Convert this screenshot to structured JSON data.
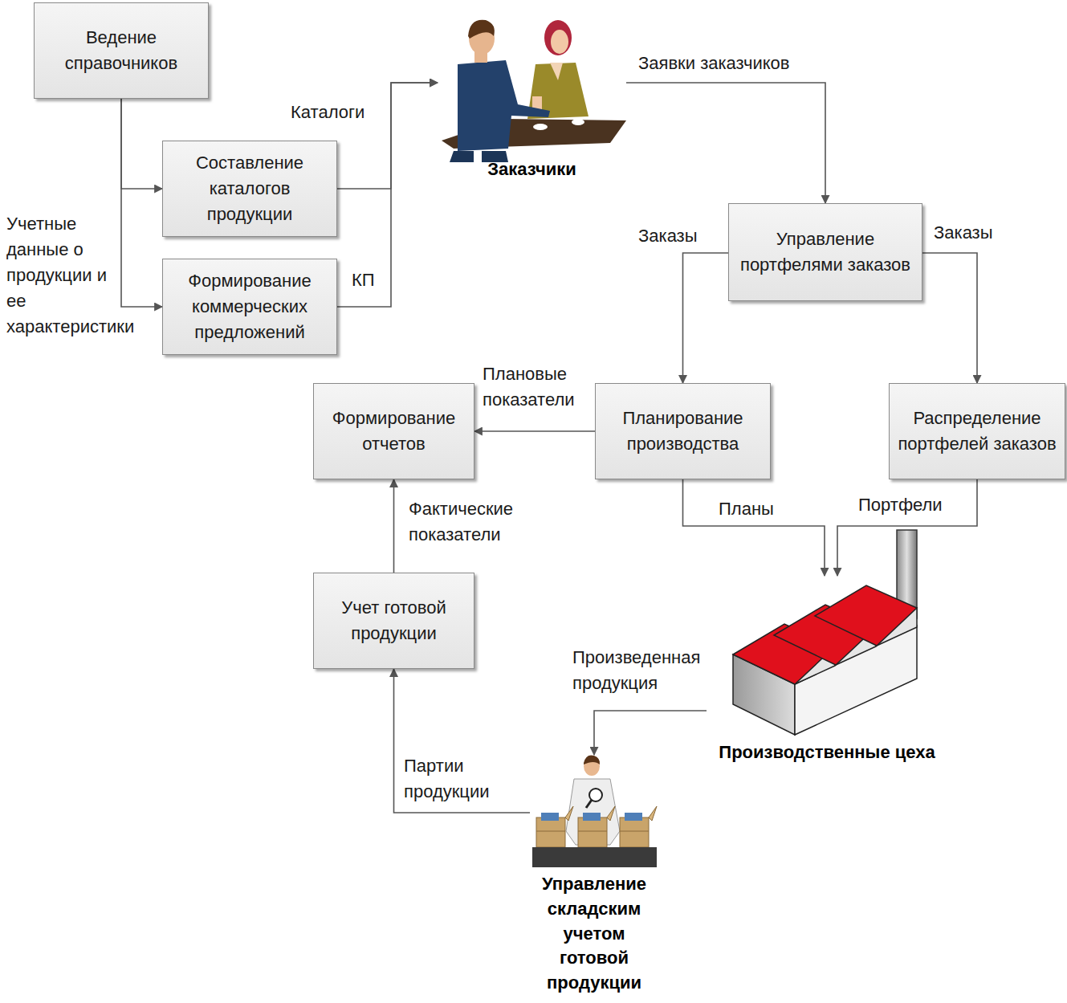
{
  "diagram": {
    "nodes": [
      {
        "text": [
          "Ведение справочников"
        ]
      },
      {
        "text": [
          "Заказчики"
        ]
      },
      {
        "text": [
          "Составление каталогов продукции"
        ]
      },
      {
        "text": [
          "Формирование коммерческих предложений"
        ]
      },
      {
        "text": [
          "Управление портфелями заказов"
        ]
      },
      {
        "text": [
          "Формирование отчетов"
        ]
      },
      {
        "text": [
          "Планирование производства"
        ]
      },
      {
        "text": [
          "Распределение портфелей заказов"
        ]
      },
      {
        "text": [
          "Учет готовой продукции"
        ]
      },
      {
        "text": [
          "Производственные цеха"
        ]
      },
      {
        "text": [
          "Управление складским учетом готовой продукции"
        ]
      }
    ],
    "edges": [
      {
        "from": 0,
        "to": 2,
        "arrow": "to"
      },
      {
        "from": 0,
        "to": 3,
        "label": "Учетные данные о продукции и ее характеристики",
        "arrow": "to"
      },
      {
        "from": 2,
        "to": 1,
        "label": "Каталоги",
        "arrow": "to"
      },
      {
        "from": 3,
        "to": 1,
        "label": "КП",
        "arrow": "to"
      },
      {
        "from": 1,
        "to": 4,
        "label": "Заявки заказчиков",
        "arrow": "to"
      },
      {
        "from": 4,
        "to": 6,
        "label": "Заказы",
        "arrow": "to"
      },
      {
        "from": 4,
        "to": 7,
        "label": "Заказы",
        "arrow": "to"
      },
      {
        "from": 6,
        "to": 5,
        "label": "Плановые показатели",
        "arrow": "to"
      },
      {
        "from": 6,
        "to": 9,
        "label": "Планы",
        "arrow": "to"
      },
      {
        "from": 7,
        "to": 9,
        "label": "Портфели",
        "arrow": "to"
      },
      {
        "from": 9,
        "to": 10,
        "label": "Произведенная продукция",
        "arrow": "to"
      },
      {
        "from": 10,
        "to": 8,
        "label": "Партии продукции",
        "arrow": "to"
      },
      {
        "from": 8,
        "to": 5,
        "label": "Фактические показатели",
        "arrow": "to"
      }
    ]
  }
}
